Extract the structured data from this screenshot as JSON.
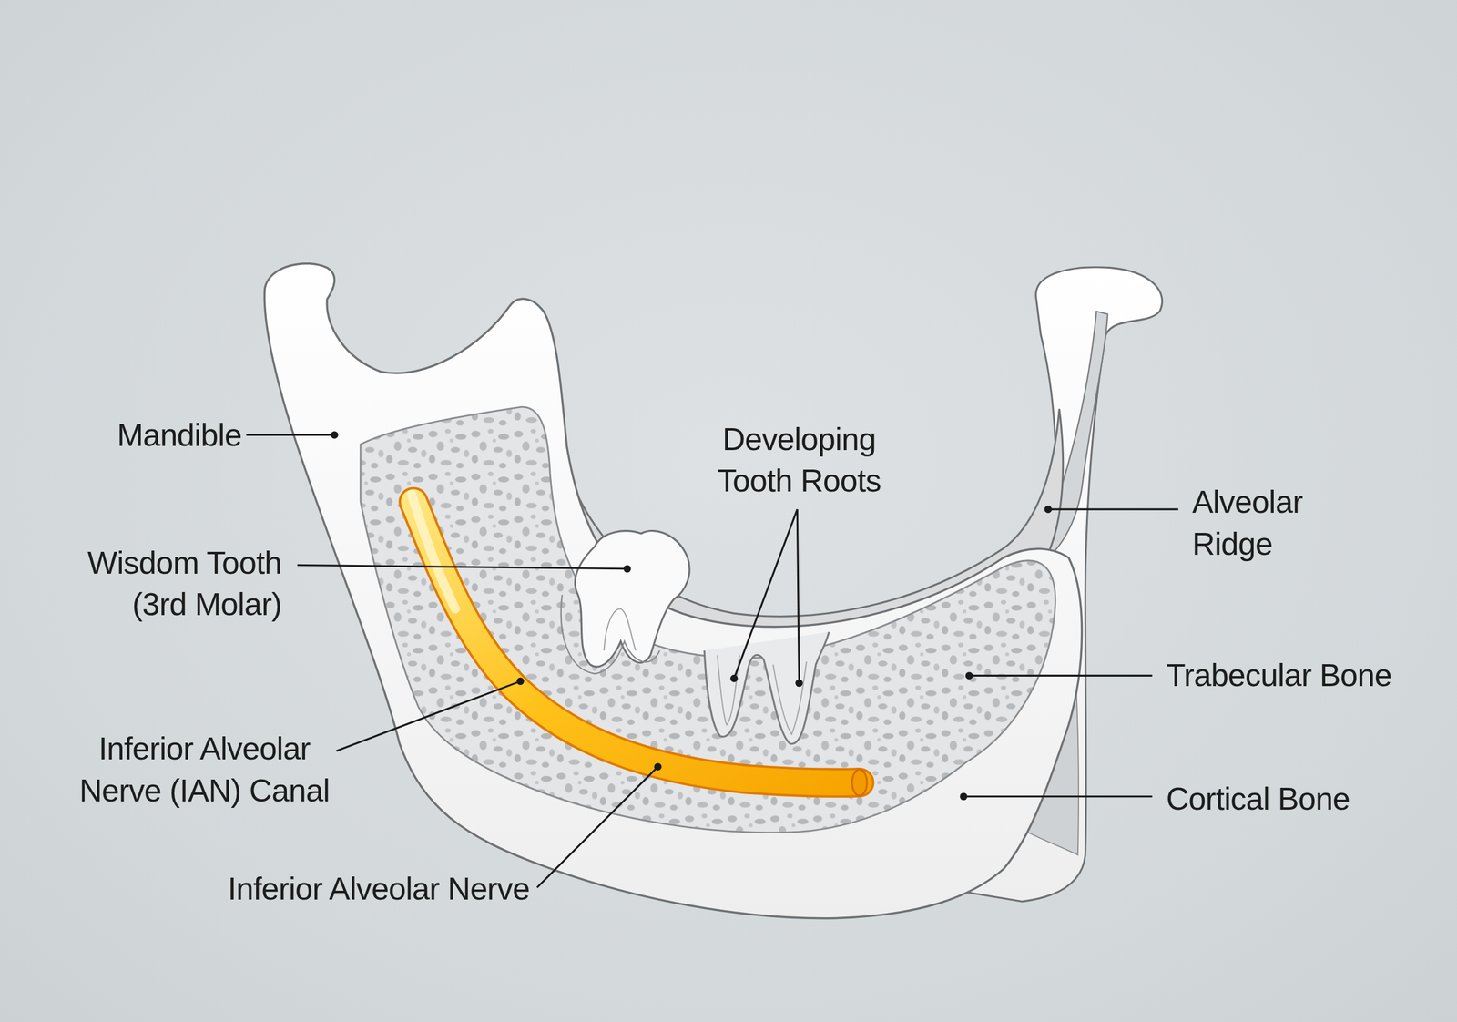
{
  "diagram": {
    "labels": [
      "Mandible",
      "Developing Tooth Roots",
      "Wisdom Tooth (3rd Molar)",
      "Alveolar Ridge",
      "Trabecular Bone",
      "Inferior Alveolar Nerve (IAN) Canal",
      "Cortical Bone",
      "Inferior Alveolar Nerve"
    ]
  }
}
